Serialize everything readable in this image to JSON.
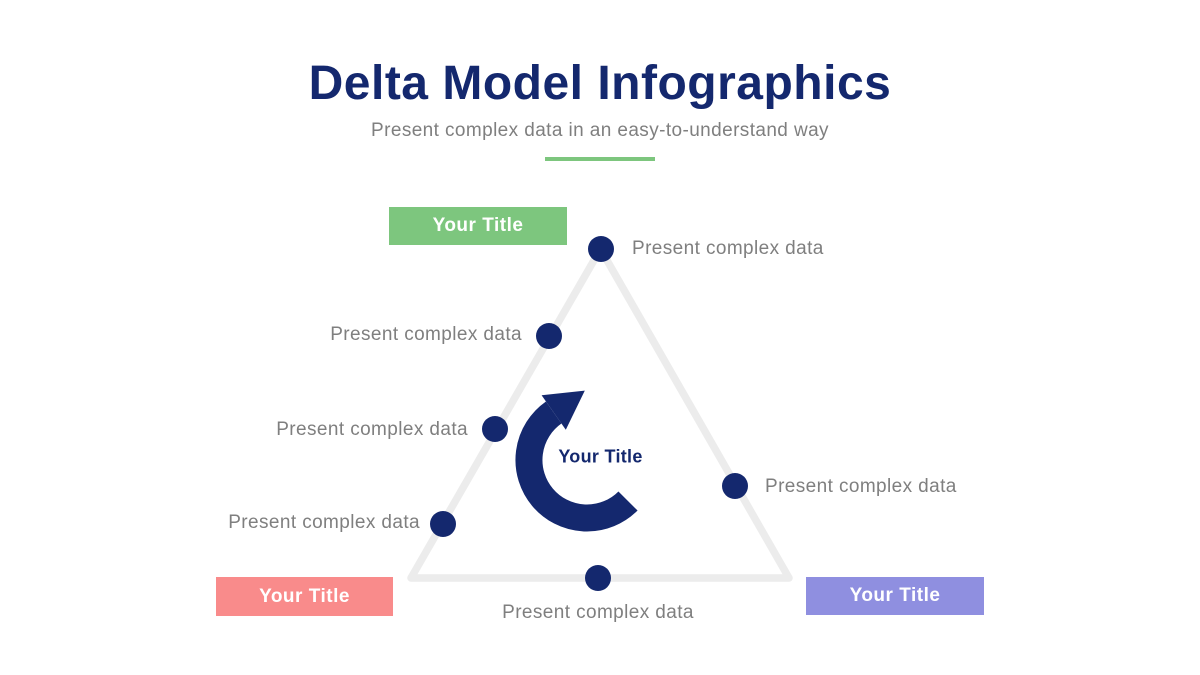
{
  "title": "Delta Model Infographics",
  "subtitle": "Present complex data in an easy-to-understand way",
  "center": {
    "label": "Your Title"
  },
  "boxes": {
    "top_left": {
      "label": "Your Title",
      "color": "#7dc67e"
    },
    "bottom_left": {
      "label": "Your Title",
      "color": "#f98b8b"
    },
    "bottom_right": {
      "label": "Your Title",
      "color": "#8f8fe0"
    }
  },
  "points": [
    {
      "position": "apex",
      "label": "Present complex data"
    },
    {
      "position": "left-upper",
      "label": "Present complex data"
    },
    {
      "position": "left-middle",
      "label": "Present complex data"
    },
    {
      "position": "left-lower",
      "label": "Present complex data"
    },
    {
      "position": "right",
      "label": "Present complex data"
    },
    {
      "position": "bottom",
      "label": "Present complex data"
    }
  ],
  "colors": {
    "navy": "#14286e",
    "green": "#7dc67e",
    "salmon": "#f98b8b",
    "purple": "#8f8fe0",
    "text_gray": "#7f7f7f",
    "triangle_gray": "#ececec"
  }
}
